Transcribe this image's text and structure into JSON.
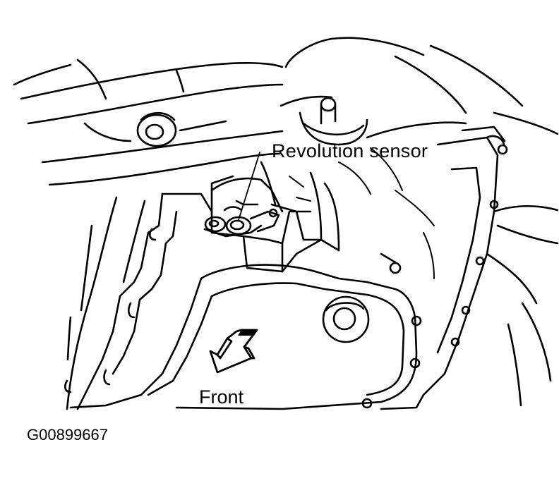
{
  "labels": {
    "revolution_sensor": "Revolution sensor",
    "front": "Front",
    "figure_id": "G00899667"
  },
  "colors": {
    "ink": "#000000",
    "paper": "#ffffff"
  },
  "icons": {
    "direction": "front-arrow-icon"
  }
}
